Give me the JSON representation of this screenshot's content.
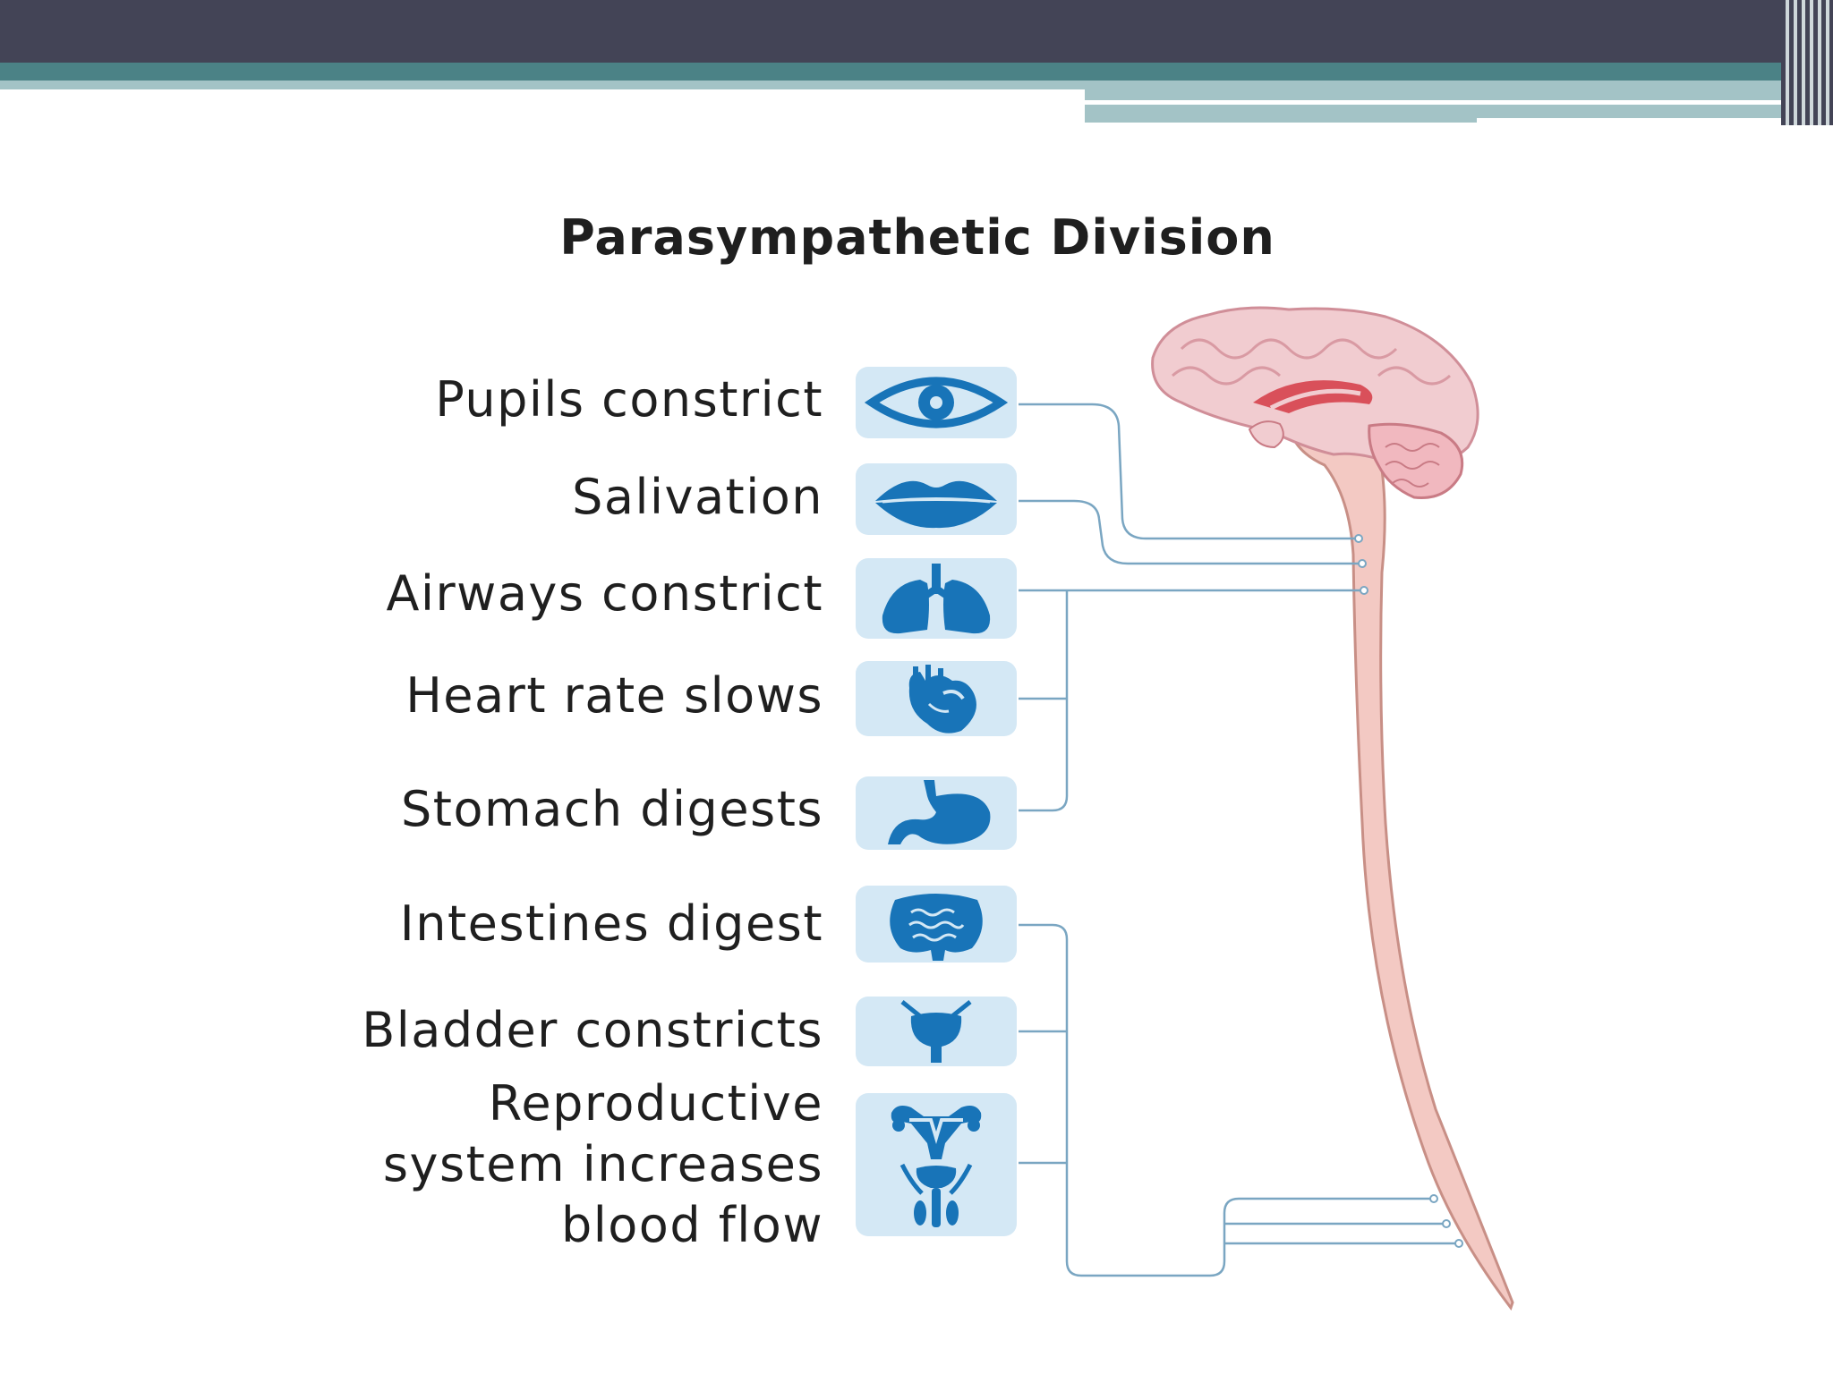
{
  "title": "Parasympathetic Division",
  "colors": {
    "header_dark": "#434456",
    "header_teal": "#4b8286",
    "header_light_teal": "#a3c3c6",
    "tile_background": "#d4e8f5",
    "icon_blue": "#1874b8",
    "nerve_line": "#7aa6c2",
    "spinal_cord": "#f3c9c3",
    "brain": "#f1ccd0"
  },
  "effects": [
    {
      "label": "Pupils constrict",
      "icon": "eye-icon"
    },
    {
      "label": "Salivation",
      "icon": "lips-icon"
    },
    {
      "label": "Airways constrict",
      "icon": "lungs-icon"
    },
    {
      "label": "Heart rate slows",
      "icon": "heart-icon"
    },
    {
      "label": "Stomach digests",
      "icon": "stomach-icon"
    },
    {
      "label": "Intestines digest",
      "icon": "intestines-icon"
    },
    {
      "label": "Bladder constricts",
      "icon": "bladder-icon"
    },
    {
      "label_lines": [
        "Reproductive",
        "system increases",
        "blood flow"
      ],
      "icon": "reproductive-organs-icon"
    }
  ]
}
